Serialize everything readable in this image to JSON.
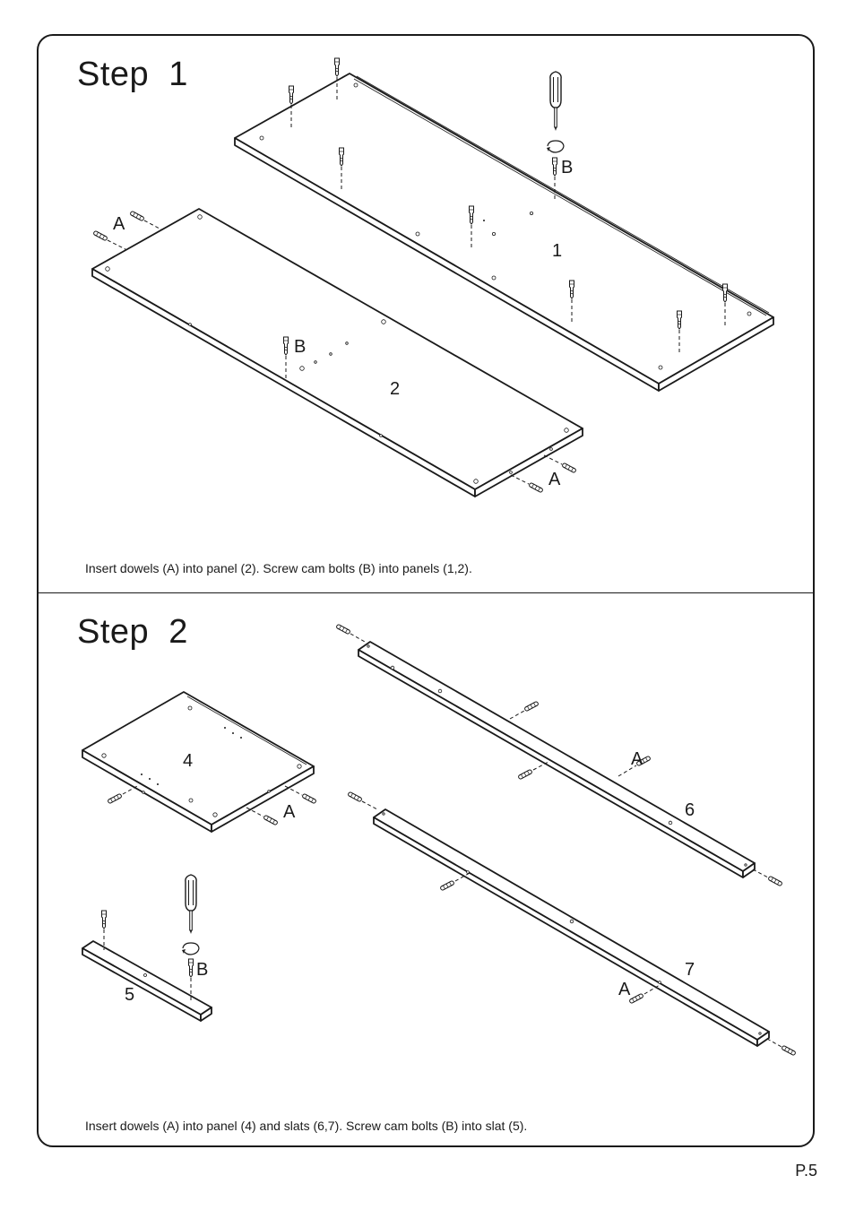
{
  "step1": {
    "title": "Step  1",
    "caption": "Insert dowels (A) into panel (2). Screw cam bolts (B) into panels (1,2).",
    "labels": {
      "dowel_a_left": "A",
      "dowel_a_right": "A",
      "cam_b_top": "B",
      "cam_b_mid": "B",
      "panel_1": "1",
      "panel_2": "2"
    }
  },
  "step2": {
    "title": "Step  2",
    "caption": "Insert dowels (A) into panel (4) and slats (6,7). Screw cam bolts (B) into slat (5).",
    "labels": {
      "panel_4": "4",
      "dowel_a_panel4": "A",
      "slat_5": "5",
      "cam_b_slat5": "B",
      "slat_6": "6",
      "dowel_a_slat6": "A",
      "slat_7": "7",
      "dowel_a_slat7": "A"
    }
  },
  "page_number": "P.5"
}
